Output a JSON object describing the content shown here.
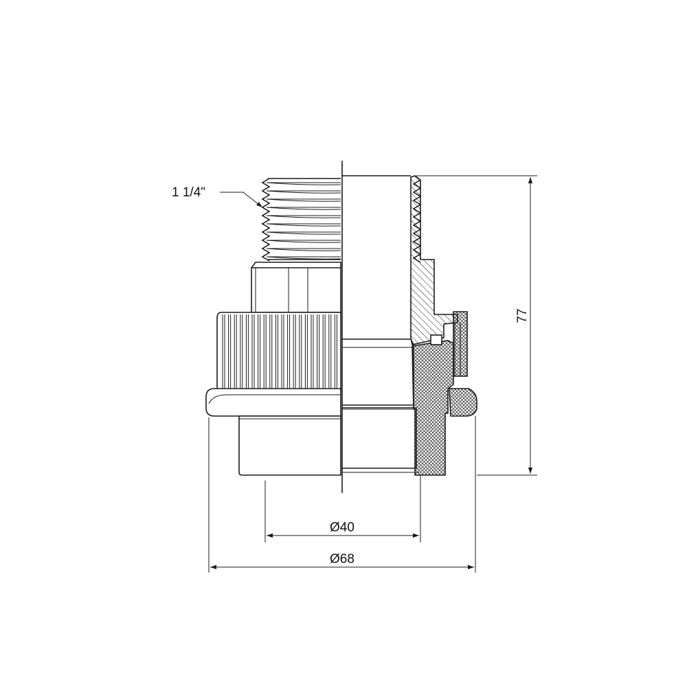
{
  "drawing": {
    "thread_label": "1 1/4\"",
    "dim_inner_diameter": "Ø40",
    "dim_outer_diameter": "Ø68",
    "dim_height": "77"
  },
  "colors": {
    "line": "#1a1a1a",
    "background": "#ffffff"
  }
}
